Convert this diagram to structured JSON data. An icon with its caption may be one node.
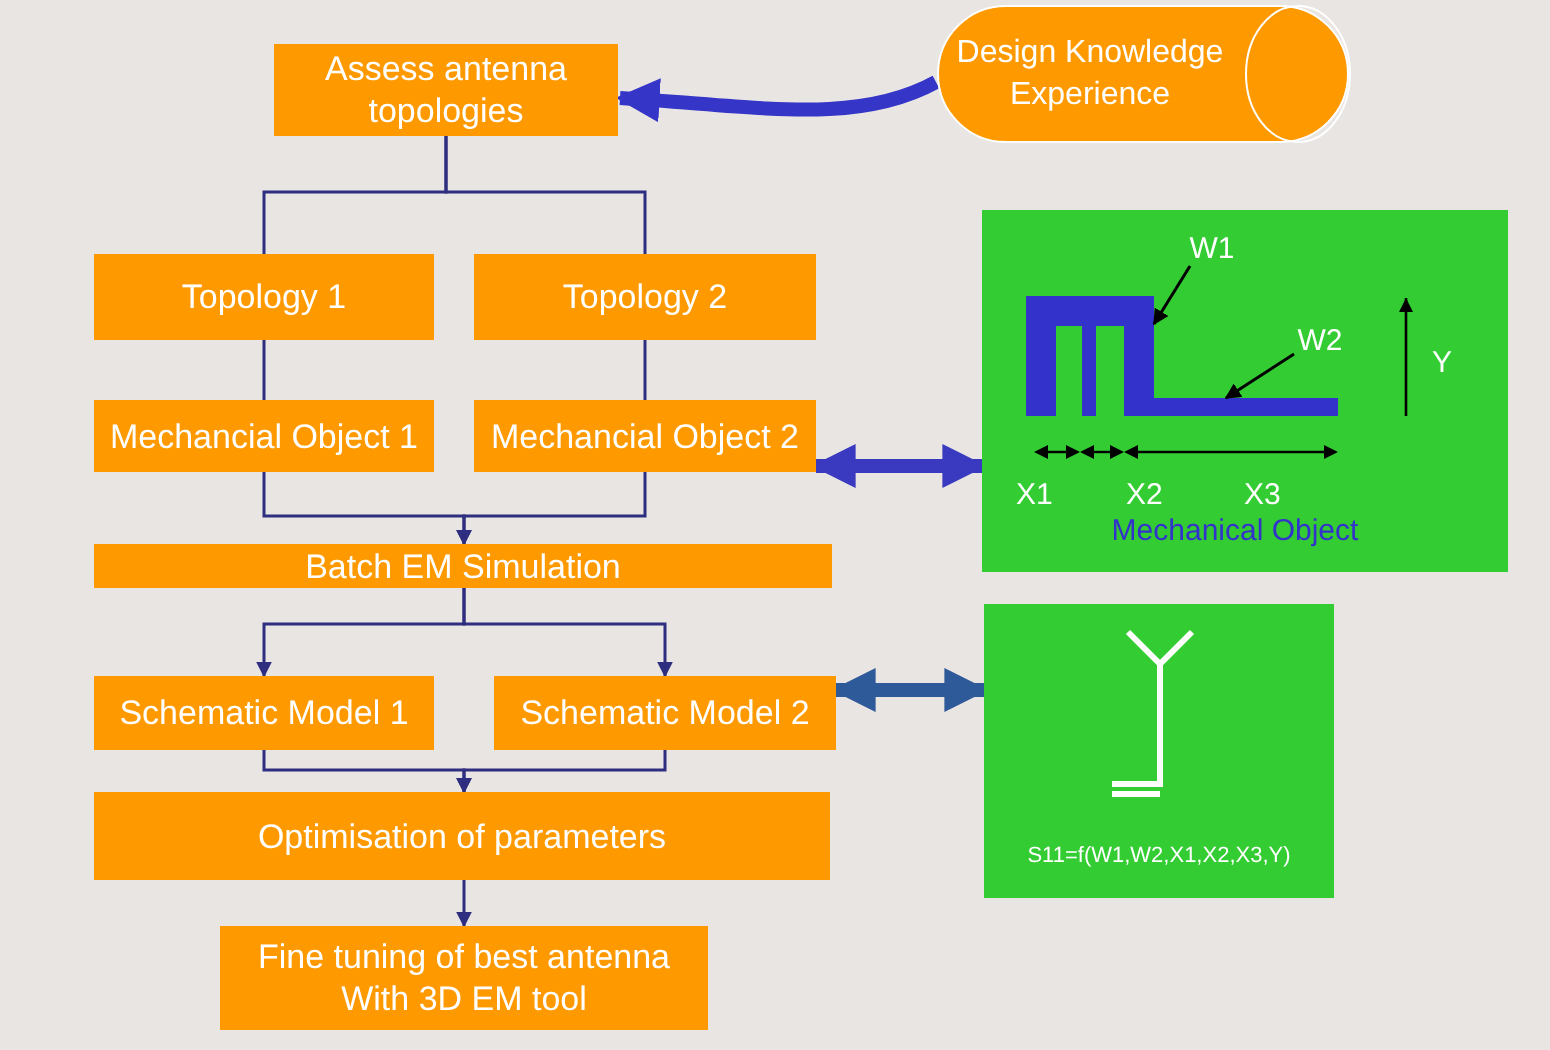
{
  "diagram": {
    "nodes": [
      {
        "text": [
          "Assess antenna topologies"
        ]
      },
      {
        "text": [
          "Design Knowledge Experience"
        ]
      },
      {
        "text": [
          "Topology 1"
        ]
      },
      {
        "text": [
          "Topology 2"
        ]
      },
      {
        "text": [
          "Mechancial Object 1"
        ]
      },
      {
        "text": [
          "Mechancial Object 2"
        ]
      },
      {
        "text": [
          "Batch EM Simulation"
        ]
      },
      {
        "text": [
          "Schematic Model 1"
        ]
      },
      {
        "text": [
          "Schematic Model 2"
        ]
      },
      {
        "text": [
          "Optimisation of parameters"
        ]
      },
      {
        "text": [
          "Fine tuning of best antenna With 3D EM tool"
        ]
      },
      {
        "text": [
          "Mechanical Object"
        ]
      },
      {
        "text": [
          "W1"
        ],
        "in": 11
      },
      {
        "text": [
          "W2"
        ],
        "in": 11
      },
      {
        "text": [],
        "shape": "picture",
        "in": 11
      },
      {
        "text": [],
        "shape": "bar",
        "in": 11
      },
      {
        "text": [
          "S11=f(W1,W2,X1,X2,X3,Y)"
        ]
      }
    ],
    "edges": [
      {
        "from": 1,
        "to": 0,
        "arrow": "to",
        "style": "thick",
        "color": "#3535c8"
      },
      {
        "from": 0,
        "to": 2,
        "arrow": "none"
      },
      {
        "from": 0,
        "to": 3,
        "arrow": "none"
      },
      {
        "from": 2,
        "to": 4,
        "arrow": "none"
      },
      {
        "from": 3,
        "to": 5,
        "arrow": "none"
      },
      {
        "from": 4,
        "to": 6,
        "arrow": "to"
      },
      {
        "from": 5,
        "to": 6,
        "arrow": "to"
      },
      {
        "from": 6,
        "to": 7,
        "arrow": "to"
      },
      {
        "from": 6,
        "to": 8,
        "arrow": "to"
      },
      {
        "from": 7,
        "to": 9,
        "arrow": "to"
      },
      {
        "from": 8,
        "to": 9,
        "arrow": "to"
      },
      {
        "from": 9,
        "to": 10,
        "arrow": "to"
      },
      {
        "from": 5,
        "to": 11,
        "arrow": "both",
        "style": "thick",
        "color": "#3a3ac0"
      },
      {
        "from": 8,
        "to": 16,
        "arrow": "both",
        "style": "thick",
        "color": "#2f5a99"
      },
      {
        "from": 12,
        "to": 14,
        "arrow": "to",
        "color": "#000000"
      },
      {
        "from": 13,
        "to": 15,
        "arrow": "to",
        "color": "#000000"
      }
    ],
    "labels": [
      "Y",
      "X1",
      "X2",
      "X3"
    ]
  }
}
